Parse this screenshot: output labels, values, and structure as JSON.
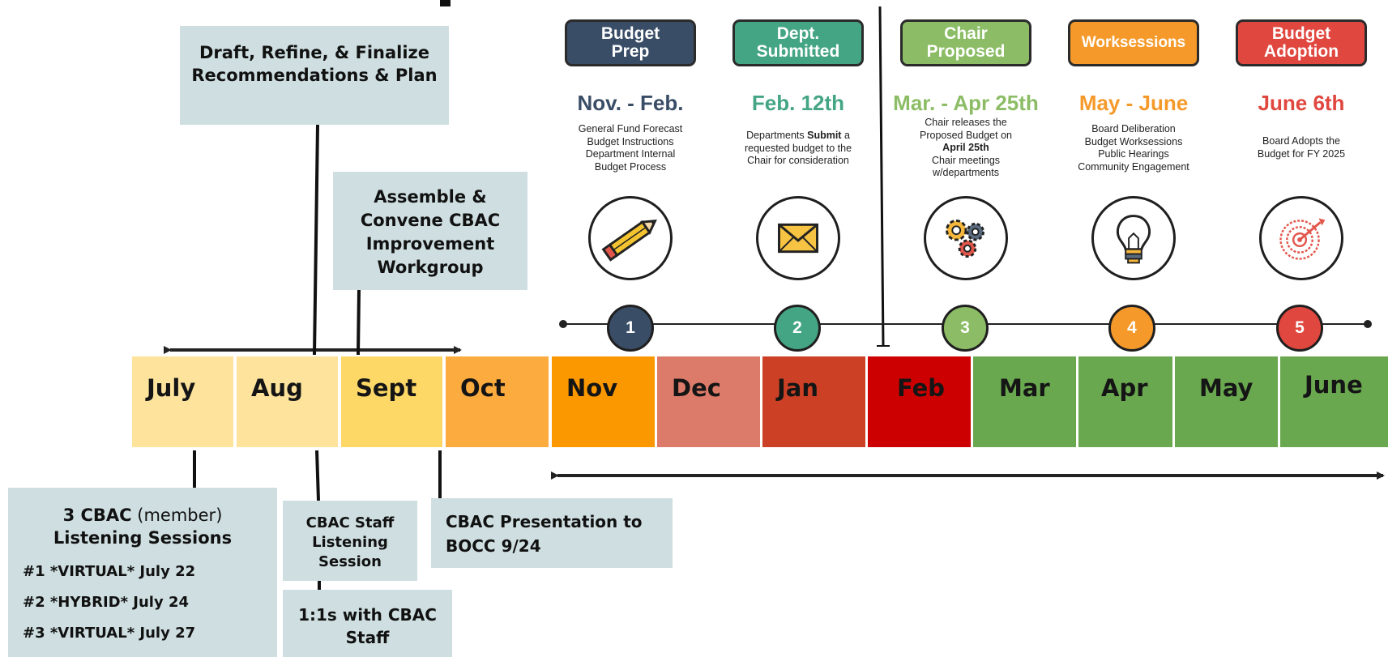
{
  "planning": {
    "draft_box": "Draft, Refine, & Finalize Recommendations & Plan",
    "assemble_box": "Assemble & Convene CBAC Improvement Workgroup",
    "listening_box": {
      "title_bold": "3 CBAC",
      "title_rest": " (member)",
      "subtitle": "Listening Sessions",
      "sessions": [
        "#1 *VIRTUAL* July 22",
        "#2 *HYBRID* July 24",
        "#3 *VIRTUAL* July 27"
      ]
    },
    "staff_listening_box": "CBAC Staff Listening Session",
    "one_on_one_box": "1:1s with CBAC Staff",
    "presentation_box": "CBAC Presentation to BOCC 9/24"
  },
  "months": [
    {
      "label": "July",
      "color": "#fde39b"
    },
    {
      "label": "Aug",
      "color": "#fde39b"
    },
    {
      "label": "Sept",
      "color": "#fdd866"
    },
    {
      "label": "Oct",
      "color": "#fcab3f"
    },
    {
      "label": "Nov",
      "color": "#fb9800"
    },
    {
      "label": "Dec",
      "color": "#dd7b6a"
    },
    {
      "label": "Jan",
      "color": "#cc4125"
    },
    {
      "label": "Feb",
      "color": "#cc0000"
    },
    {
      "label": "Mar",
      "color": "#6aa84f"
    },
    {
      "label": "Apr",
      "color": "#6aa84f"
    },
    {
      "label": "May",
      "color": "#6aa84f"
    },
    {
      "label": "June",
      "color": "#6aa84f"
    }
  ],
  "stages": [
    {
      "number": "1",
      "label": "Budget Prep",
      "date": "Nov. - Feb.",
      "color": "#3a4d66",
      "icon": "pencil-icon",
      "desc": [
        "General Fund Forecast",
        "Budget Instructions",
        "Department Internal",
        "Budget Process"
      ]
    },
    {
      "number": "2",
      "label": "Dept. Submitted",
      "date": "Feb. 12th",
      "color": "#44a584",
      "icon": "envelope-icon",
      "desc_pre": "Departments ",
      "desc_bold": "Submit",
      "desc_post": " a",
      "desc": [
        "requested budget to the",
        "Chair for consideration"
      ]
    },
    {
      "number": "3",
      "label": "Chair Proposed",
      "date": "Mar. - Apr 25th",
      "color": "#8cbd66",
      "icon": "gears-icon",
      "desc": [
        "Chair releases the",
        "Proposed Budget on"
      ],
      "desc_bold_line": "April 25th",
      "desc_after": [
        "Chair meetings",
        "w/departments"
      ]
    },
    {
      "number": "4",
      "label": "Worksessions",
      "date": "May - June",
      "color": "#f59a2a",
      "icon": "lightbulb-icon",
      "desc": [
        "Board Deliberation",
        "Budget Worksessions",
        "Public Hearings",
        "Community Engagement"
      ]
    },
    {
      "number": "5",
      "label": "Budget Adoption",
      "date": "June 6th",
      "color": "#e0473f",
      "icon": "target-icon",
      "desc": [
        "Board Adopts the",
        "Budget for FY 2025"
      ]
    }
  ]
}
